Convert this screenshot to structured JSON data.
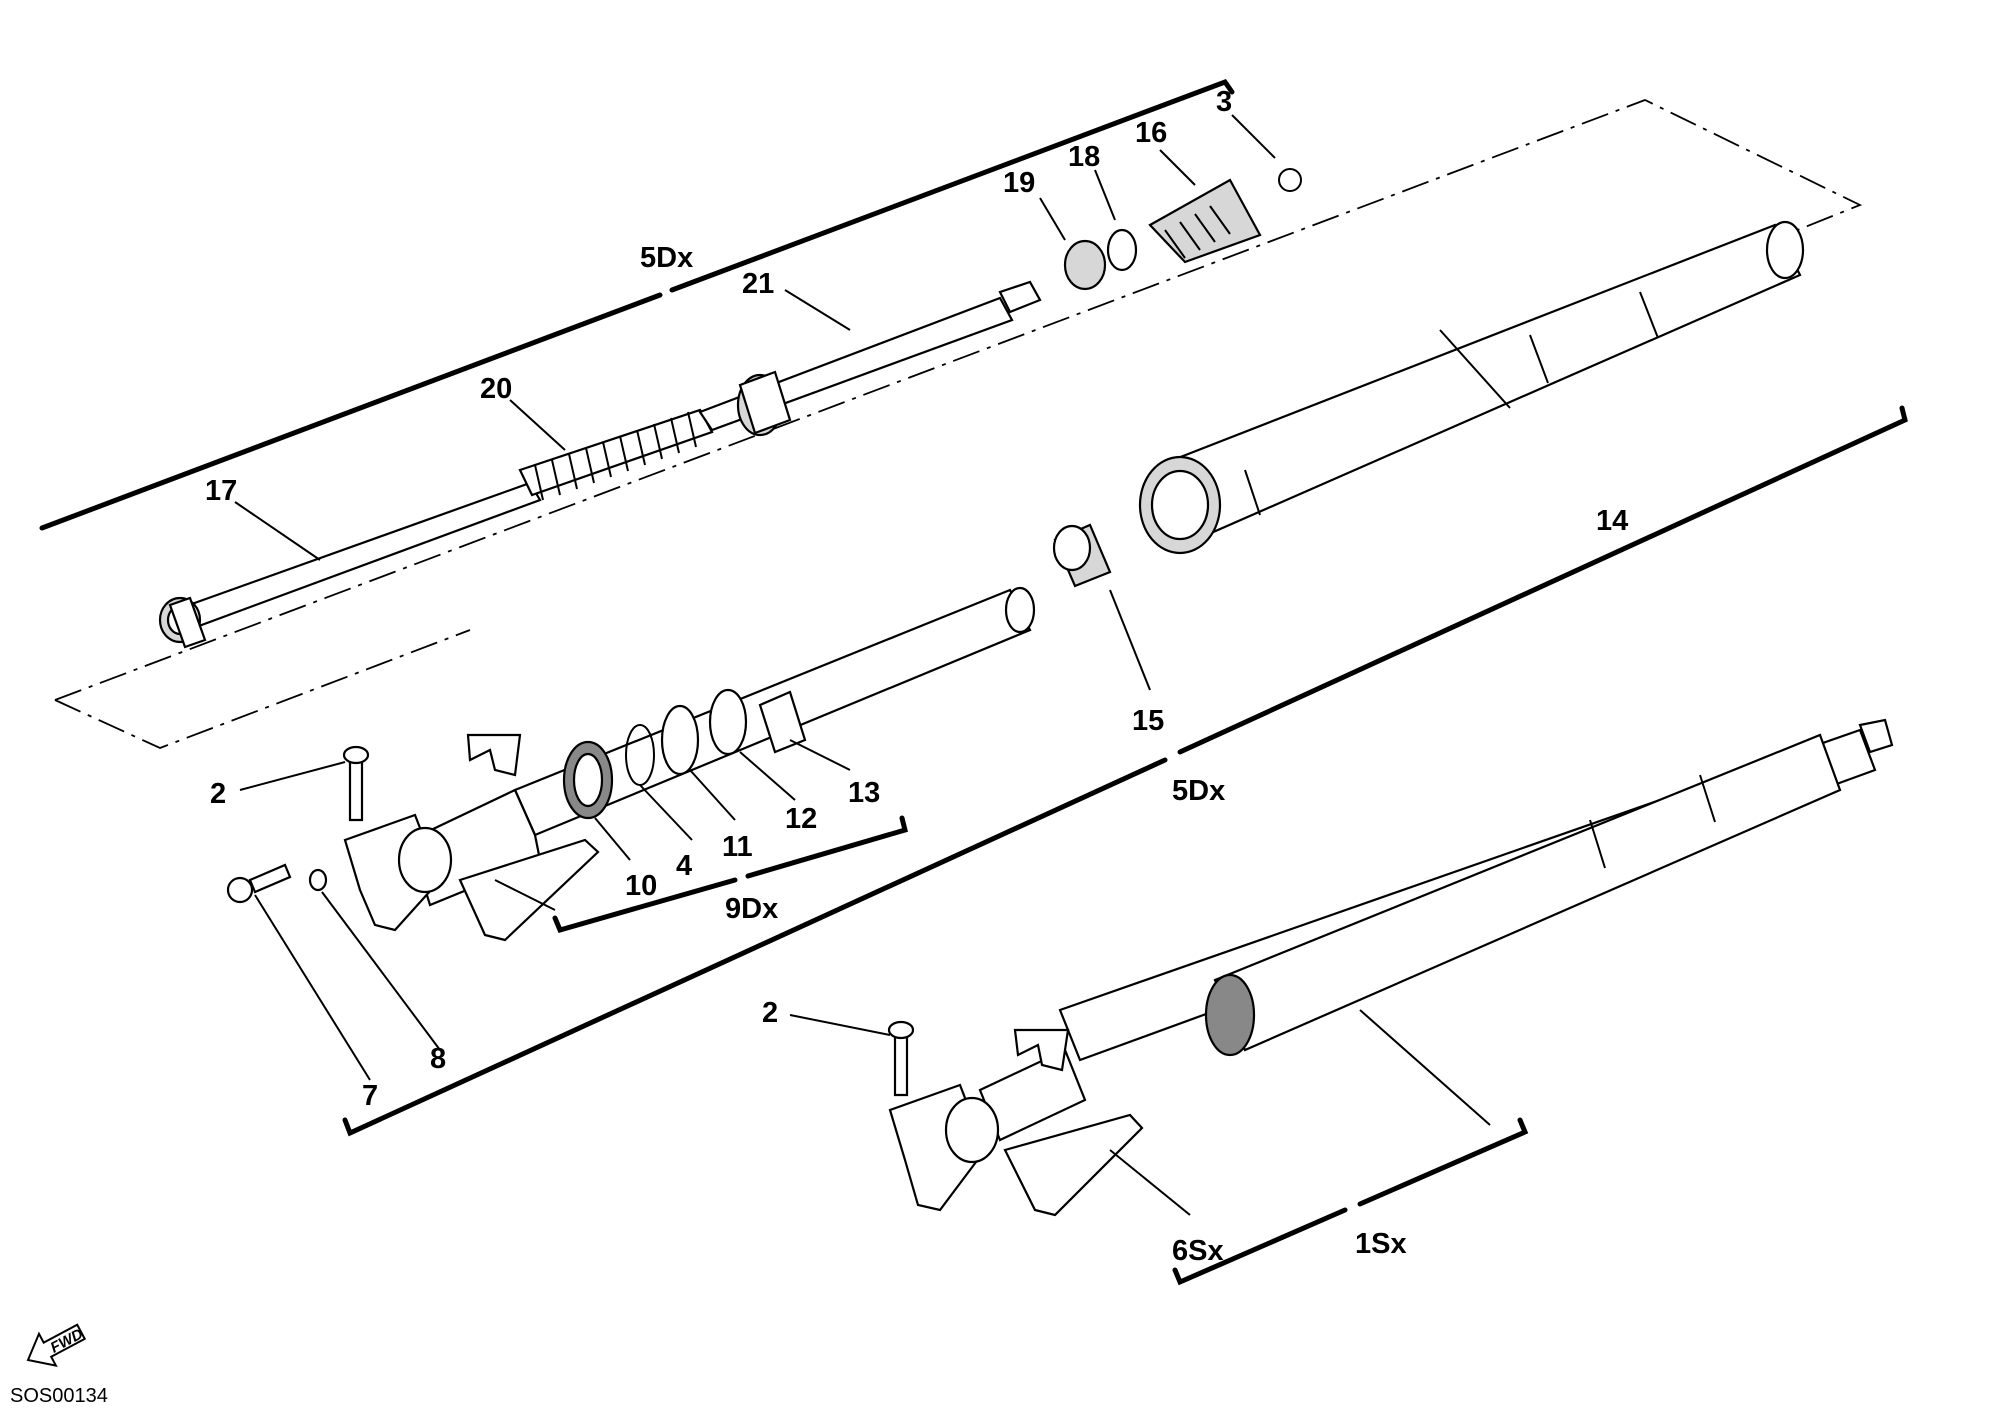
{
  "diagram": {
    "drawing_code": "SOS00134",
    "fwd_label": "FWD",
    "callouts": {
      "c3": "3",
      "c16": "16",
      "c18": "18",
      "c19": "19",
      "c21": "21",
      "c20": "20",
      "c17": "17",
      "c14": "14",
      "c15": "15",
      "c13": "13",
      "c12": "12",
      "c11": "11",
      "c4": "4",
      "c10": "10",
      "c2_top": "2",
      "c7": "7",
      "c8": "8",
      "c2_bottom": "2",
      "c6sx": "6Sx"
    },
    "groups": {
      "g5dx_top": "5Dx",
      "g5dx_mid": "5Dx",
      "g9dx": "9Dx",
      "g1sx": "1Sx"
    }
  }
}
